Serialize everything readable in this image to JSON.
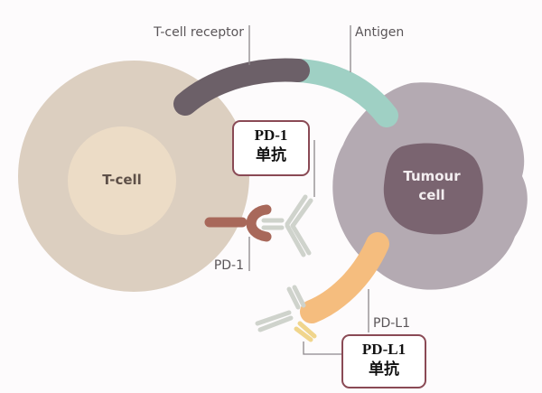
{
  "diagram": {
    "labels": {
      "tcr": "T-cell receptor",
      "antigen": "Antigen",
      "pd1": "PD-1",
      "pdl1": "PD-L1"
    },
    "cells": {
      "tcell": "T-cell",
      "tumour_line1": "Tumour",
      "tumour_line2": "cell"
    },
    "boxes": {
      "pd1_antibody": {
        "line1": "PD-1",
        "line2": "单抗"
      },
      "pdl1_antibody": {
        "line1": "PD-L1",
        "line2": "单抗"
      }
    },
    "colors": {
      "tcell_outer": "#dccfc0",
      "tcell_inner": "#ecdcc6",
      "tumour_outer": "#b4aab2",
      "tumour_inner": "#7a6470",
      "tcr": "#6c6068",
      "antigen": "#9fd0c4",
      "pd1": "#a8685a",
      "pdl1": "#f5bd7e",
      "antibody": "#cfd3cc",
      "box_border": "#8a4a55"
    }
  }
}
